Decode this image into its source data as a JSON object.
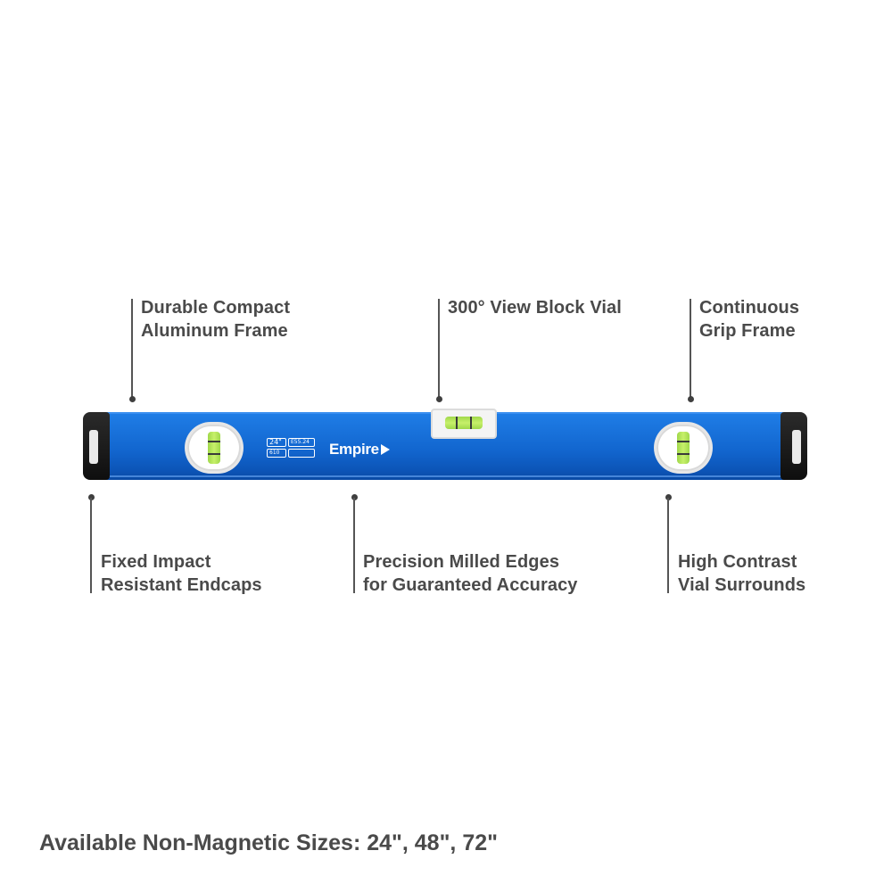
{
  "callouts": {
    "frame": {
      "line1": "Durable Compact",
      "line2": "Aluminum Frame"
    },
    "block_vial": {
      "line1": "300° View Block Vial"
    },
    "grip": {
      "line1": "Continuous",
      "line2": "Grip Frame"
    },
    "endcaps": {
      "line1": "Fixed Impact",
      "line2": "Resistant Endcaps"
    },
    "edges": {
      "line1": "Precision Milled Edges",
      "line2": "for Guaranteed Accuracy"
    },
    "surrounds": {
      "line1": "High Contrast",
      "line2": "Vial Surrounds"
    }
  },
  "level": {
    "brand": "Empire",
    "size_label": "24\"",
    "model_label": "E55.24",
    "metric_label": "610",
    "colors": {
      "body": "#1266cf",
      "endcap": "#1a1a1a",
      "vial": "#b5e85a"
    }
  },
  "footer": {
    "sizes_text": "Available Non-Magnetic Sizes: 24\", 48\", 72\""
  }
}
